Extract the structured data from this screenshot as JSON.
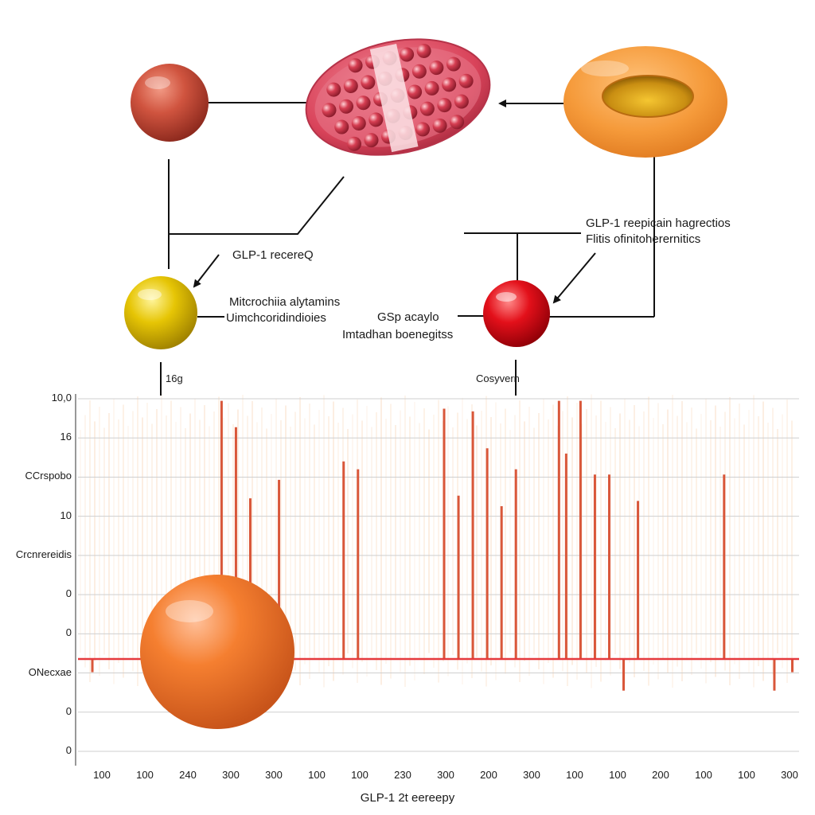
{
  "diagram": {
    "labels": {
      "receptor_left": "GLP-1 recereQ",
      "right_line1": "GLP-1 reepicain hagrectios",
      "right_line2": "Flitis ofinitoherernitics",
      "micro_line1": "Mitcrochiia alytamins",
      "micro_line2": "Uimchcoridindioies",
      "center_line1": "GSp acaylo",
      "center_line2": "Imtadhan boenegitss",
      "small_left": "16g",
      "small_right": "Cosyvern"
    },
    "colors": {
      "red_sphere": "#c9493a",
      "bean_cell": "#d9435a",
      "orange_ring": "#f39a3c",
      "yellow_sphere": "#e2c200",
      "bright_red_sphere": "#e0111a",
      "orange_sphere": "#f27a2f"
    }
  },
  "chart_data": {
    "type": "line",
    "ytick_labels": [
      "10,0",
      "16",
      "CCrspobo",
      "10",
      "Crcnrereidis",
      "0",
      "0",
      "ONecxae",
      "0",
      "0"
    ],
    "xtick_labels": [
      "100",
      "100",
      "240",
      "300",
      "300",
      "100",
      "100",
      "230",
      "300",
      "200",
      "300",
      "100",
      "100",
      "200",
      "100",
      "100",
      "300"
    ],
    "xlabel": "GLP-1 2t eereepy",
    "series": [
      {
        "baseline": 0,
        "x": [
          0.02,
          0.2,
          0.22,
          0.24,
          0.28,
          0.37,
          0.39,
          0.51,
          0.53,
          0.55,
          0.57,
          0.59,
          0.61,
          0.67,
          0.68,
          0.7,
          0.72,
          0.74,
          0.76,
          0.78,
          0.9,
          0.97,
          0.995
        ],
        "y": [
          -0.05,
          0.98,
          0.88,
          0.61,
          0.68,
          0.75,
          0.72,
          0.95,
          0.62,
          0.94,
          0.8,
          0.58,
          0.72,
          0.98,
          0.78,
          0.98,
          0.7,
          0.7,
          -0.12,
          0.6,
          0.7,
          -0.12,
          -0.05
        ]
      }
    ],
    "colors": {
      "line": "#e5393d",
      "spike": "#d9573a",
      "stripe": "#f6c79e"
    }
  }
}
